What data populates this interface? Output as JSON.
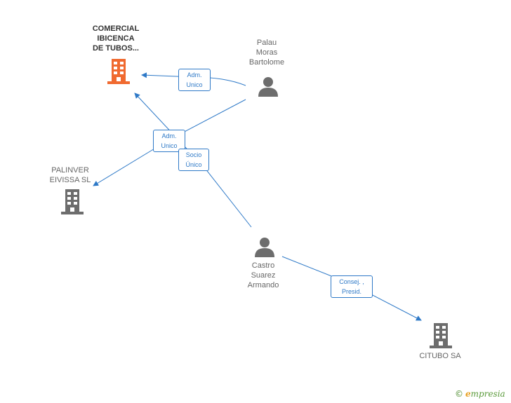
{
  "nodes": {
    "comercial": {
      "label": "COMERCIAL\nIBICENCA\nDE TUBOS...",
      "type": "company",
      "color": "#f06a30"
    },
    "palau": {
      "label": "Palau\nMoras\nBartolome",
      "type": "person",
      "color": "#6d6d6d"
    },
    "palinver": {
      "label": "PALINVER\nEIVISSA SL",
      "type": "company",
      "color": "#6d6d6d"
    },
    "castro": {
      "label": "Castro\nSuarez\nArmando",
      "type": "person",
      "color": "#6d6d6d"
    },
    "citubo": {
      "label": "CITUBO SA",
      "type": "company",
      "color": "#6d6d6d"
    }
  },
  "edges": {
    "palau_comercial": "Adm.\nUnico",
    "palau_palinver": "Adm.\nUnico",
    "castro_comercial": "Socio\nÚnico",
    "castro_citubo": "Consej. ,\nPresid."
  },
  "colors": {
    "edge": "#2e79c7"
  },
  "footer": {
    "copyright": "©",
    "brand_initial": "e",
    "brand_rest": "mpresia"
  }
}
